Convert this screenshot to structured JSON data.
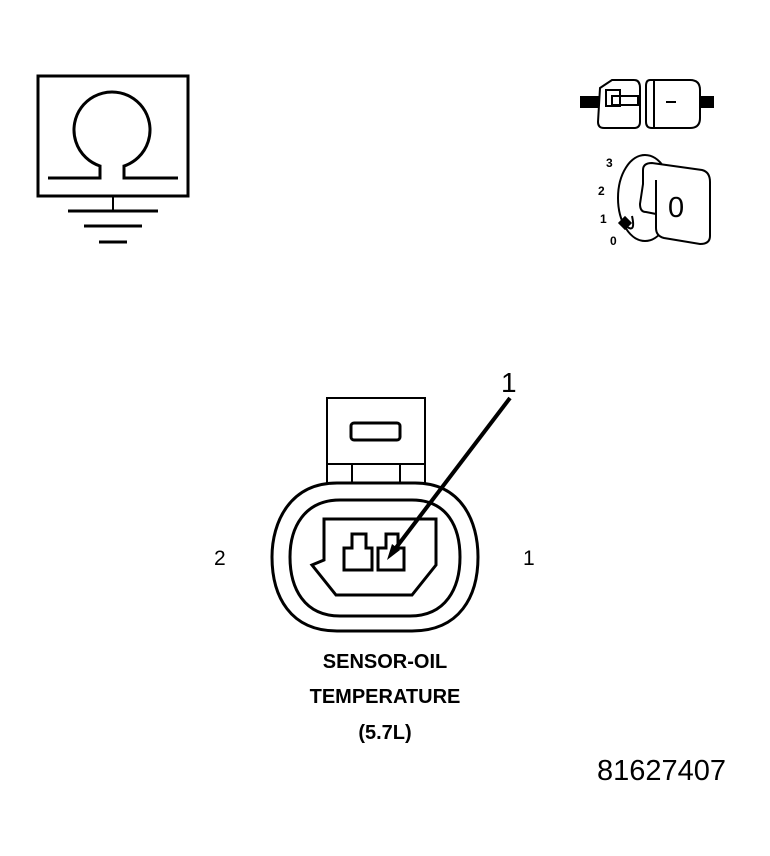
{
  "ignition_key": {
    "positions": [
      "3",
      "2",
      "1",
      "0"
    ],
    "key_label": "0"
  },
  "connector": {
    "callout": "1",
    "pin_left": "2",
    "pin_right": "1",
    "title_lines": [
      "SENSOR-OIL",
      "TEMPERATURE",
      "(5.7L)"
    ]
  },
  "figure_id": "81627407"
}
